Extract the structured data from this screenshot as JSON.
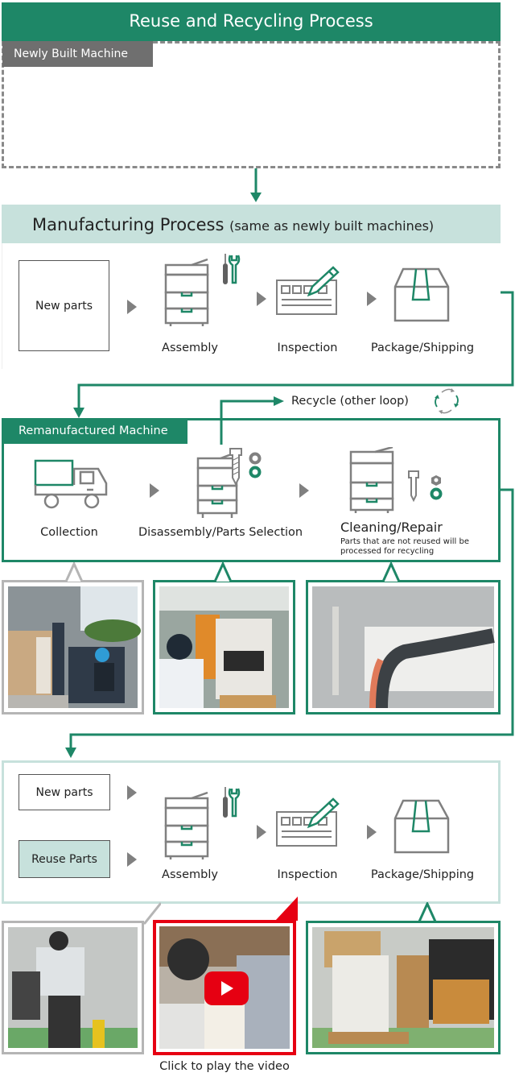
{
  "title": "Reuse and Recycling Process",
  "newly_built": {
    "tag": "Newly Built Machine"
  },
  "manufacturing": {
    "title": "Manufacturing Process",
    "subtitle": "(same as newly built machines)",
    "input_label": "New parts",
    "steps": [
      {
        "label": "Assembly",
        "icon": "copier-tools-icon"
      },
      {
        "label": "Inspection",
        "icon": "checklist-pencil-icon"
      },
      {
        "label": "Package/Shipping",
        "icon": "box-icon"
      }
    ]
  },
  "recycle": {
    "label": "Recycle (other loop)",
    "icon": "recycle-loop-icon"
  },
  "remanufactured": {
    "tag": "Remanufactured Machine",
    "steps": [
      {
        "label": "Collection",
        "icon": "truck-icon"
      },
      {
        "label": "Disassembly/Parts Selection",
        "icon": "copier-screw-icon"
      },
      {
        "label": "Cleaning/Repair",
        "note": "Parts that are not reused will be processed for recycling",
        "icon": "copier-screw-nut-icon"
      }
    ],
    "photos": [
      {
        "alt": "Forklift collecting machines"
      },
      {
        "alt": "Worker disassembling copier"
      },
      {
        "alt": "Cleaning parts with air hose"
      }
    ]
  },
  "final": {
    "inputs": [
      "New parts",
      "Reuse Parts"
    ],
    "steps": [
      {
        "label": "Assembly"
      },
      {
        "label": "Inspection"
      },
      {
        "label": "Package/Shipping"
      }
    ],
    "photos": [
      {
        "alt": "Worker assembling machine"
      },
      {
        "alt": "Inspection video"
      },
      {
        "alt": "Packaged machine on pallet"
      }
    ],
    "video_caption": "Click to play the video"
  },
  "colors": {
    "green": "#1e8767",
    "mint": "#c7e1dc",
    "gray": "#808080",
    "red": "#e60012"
  }
}
